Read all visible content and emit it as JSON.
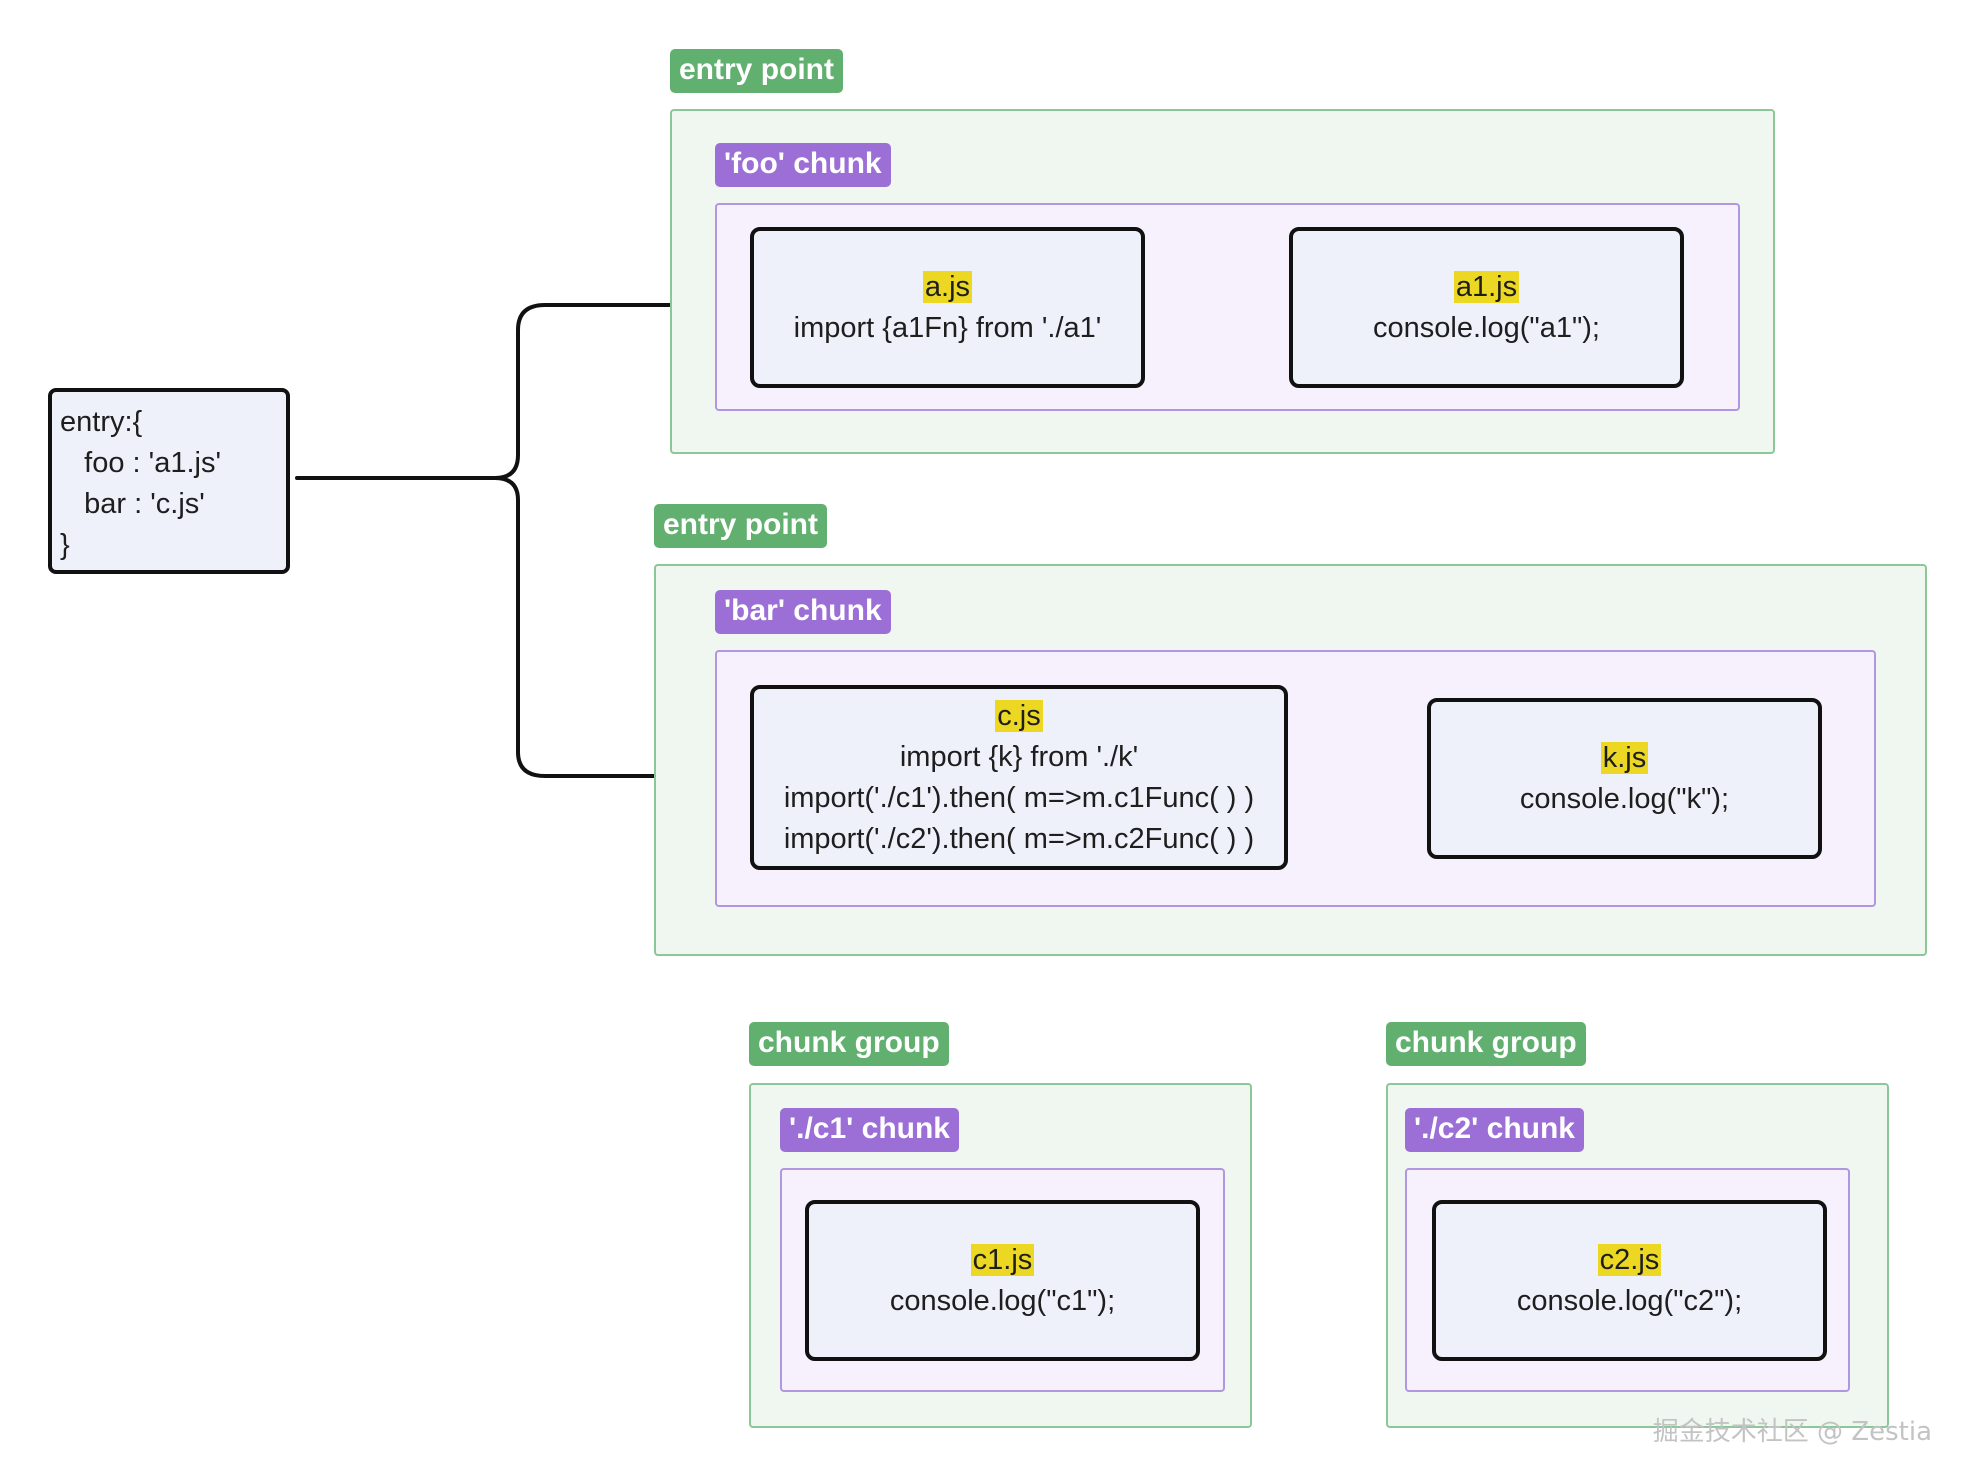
{
  "entry_config": {
    "lines": [
      "entry:{",
      "   foo : 'a1.js'",
      "   bar : 'c.js'",
      "}"
    ]
  },
  "entry_point_foo": {
    "label": "entry point",
    "chunk_label": "'foo' chunk",
    "modules": [
      {
        "file": "a.js",
        "lines": [
          "import {a1Fn} from './a1'"
        ]
      },
      {
        "file": "a1.js",
        "lines": [
          "console.log(\"a1\");"
        ]
      }
    ]
  },
  "entry_point_bar": {
    "label": "entry point",
    "chunk_label": "'bar' chunk",
    "modules": [
      {
        "file": "c.js",
        "lines": [
          "import {k} from './k'",
          "import('./c1').then( m=>m.c1Func( ) )",
          "import('./c2').then( m=>m.c2Func( ) )"
        ]
      },
      {
        "file": "k.js",
        "lines": [
          "console.log(\"k\");"
        ]
      }
    ]
  },
  "chunk_groups": [
    {
      "label": "chunk group",
      "chunk_label": "'./c1' chunk",
      "module": {
        "file": "c1.js",
        "lines": [
          "console.log(\"c1\");"
        ]
      }
    },
    {
      "label": "chunk group",
      "chunk_label": "'./c2' chunk",
      "module": {
        "file": "c2.js",
        "lines": [
          "console.log(\"c2\");"
        ]
      }
    }
  ],
  "watermark": "掘金技术社区 @ Zestia",
  "colors": {
    "group_tag": "#62b070",
    "chunk_tag": "#9b6fd6",
    "filename_highlight": "#ecd823",
    "group_fill": "#f0f7f1",
    "chunk_fill": "#f6f1fc",
    "node_fill": "#eef1fa"
  }
}
